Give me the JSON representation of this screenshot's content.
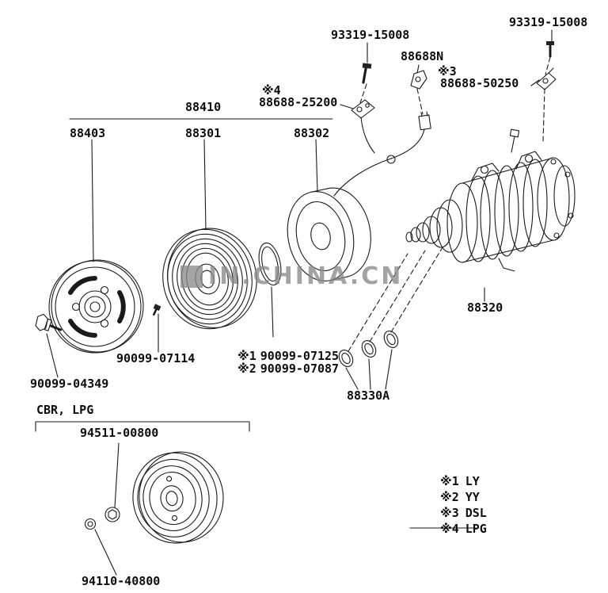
{
  "watermark": {
    "text": "IN.CHINA.CN"
  },
  "labels": {
    "top_bolt_center": "93319-15008",
    "top_bolt_right": "93319-15008",
    "clip": "88688N",
    "bracket_right": {
      "mark": "※3",
      "number": "88688-50250"
    },
    "bracket_center": {
      "mark": "※4",
      "number": "88688-25200"
    },
    "clutch_assembly": "88410",
    "clutch_hub": "88403",
    "rotor": "88301",
    "stator": "88302",
    "compressor": "88320",
    "rotor_bolt": "90099-07114",
    "snap_rings": [
      {
        "mark": "※1",
        "number": "90099-07125"
      },
      {
        "mark": "※2",
        "number": "90099-07087"
      }
    ],
    "hub_bolt": "90099-04349",
    "cushion_set": "88330A",
    "variant_title": "CBR, LPG",
    "variant_pulley": "94511-00800",
    "variant_bolt": "94110-40800"
  },
  "legend": {
    "items": [
      {
        "mark": "※1",
        "code": "LY"
      },
      {
        "mark": "※2",
        "code": "YY"
      },
      {
        "mark": "※3",
        "code": "DSL"
      },
      {
        "mark": "※4",
        "code": "LPG"
      }
    ]
  },
  "colors": {
    "line": "#1a1a1a",
    "text": "#0d0d0d",
    "watermark": "#8a8a8a",
    "background": "#ffffff"
  }
}
